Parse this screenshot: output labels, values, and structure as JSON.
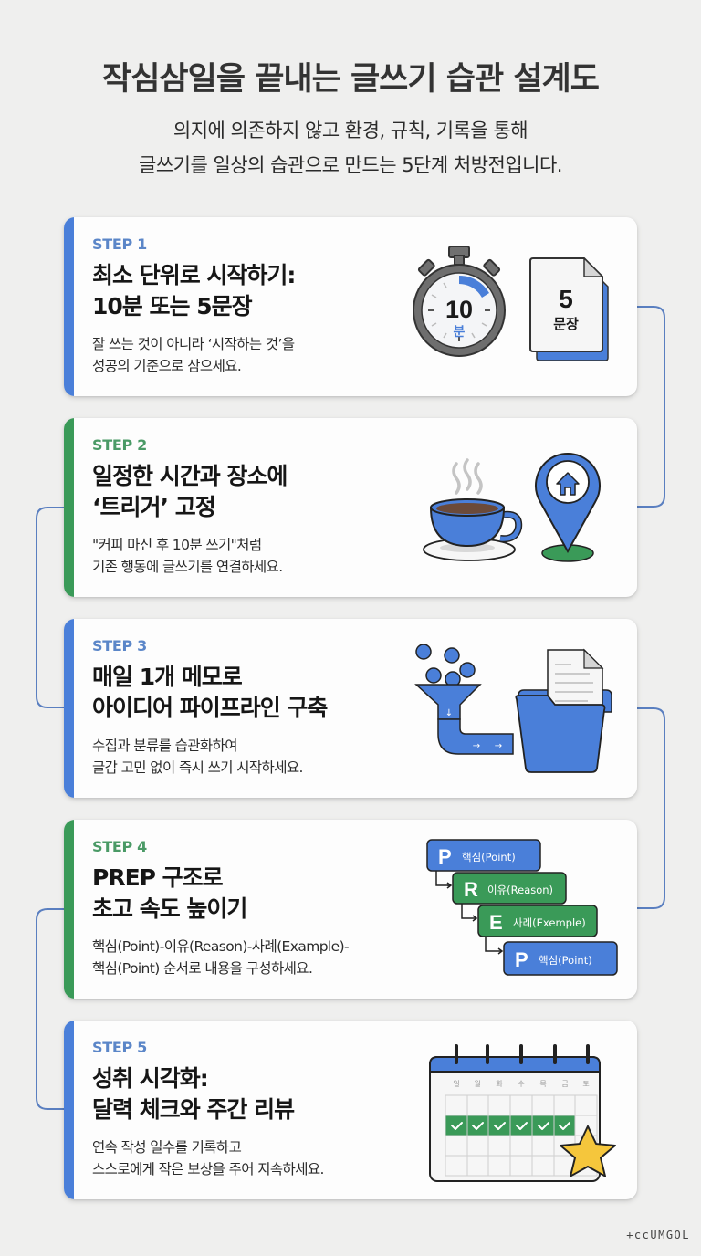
{
  "header": {
    "title": "작심삼일을 끝내는 글쓰기 습관 설계도",
    "subtitle_line1": "의지에 의존하지 않고 환경, 규칙, 기록을 통해",
    "subtitle_line2": "글쓰기를 일상의 습관으로 만드는 5단계 처방전입니다."
  },
  "colors": {
    "blue": "#4a7fd9",
    "green": "#3a9a58",
    "step_label_blue": "#5b86c8",
    "step_label_green": "#4a9a66",
    "connector": "#5a7fc0",
    "background": "#efefee",
    "star": "#f5c63c"
  },
  "steps": [
    {
      "label": "STEP 1",
      "title_line1": "최소 단위로 시작하기:",
      "title_line2": "10분 또는 5문장",
      "desc_line1": "잘 쓰는 것이 아니라 ‘시작하는 것’을",
      "desc_line2": "성공의 기준으로 삼으세요.",
      "accent": "blue",
      "illustration": {
        "timer_number": "10",
        "timer_unit": "분",
        "doc_number": "5",
        "doc_unit": "문장",
        "icons": [
          "stopwatch-icon",
          "document-icon"
        ]
      }
    },
    {
      "label": "STEP 2",
      "title_line1": "일정한 시간과 장소에",
      "title_line2": "‘트리거’ 고정",
      "desc_line1": "\"커피 마신 후 10분 쓰기\"처럼",
      "desc_line2": "기존 행동에 글쓰기를 연결하세요.",
      "accent": "green",
      "illustration": {
        "icons": [
          "coffee-cup-icon",
          "home-location-pin-icon"
        ]
      }
    },
    {
      "label": "STEP 3",
      "title_line1": "매일 1개 메모로",
      "title_line2": "아이디어 파이프라인 구축",
      "desc_line1": "수집과 분류를 습관화하여",
      "desc_line2": "글감 고민 없이 즉시 쓰기 시작하세요.",
      "accent": "blue",
      "illustration": {
        "icons": [
          "funnel-icon",
          "pipe-icon",
          "folder-document-icon"
        ]
      }
    },
    {
      "label": "STEP 4",
      "title_line1": "PREP 구조로",
      "title_line2": "초고 속도 높이기",
      "desc_line1": "핵심(Point)-이유(Reason)-사례(Example)-",
      "desc_line2": "핵심(Point) 순서로 내용을 구성하세요.",
      "accent": "green",
      "illustration": {
        "prep_blocks": [
          {
            "letter": "P",
            "text": "핵심(Point)",
            "color": "blue"
          },
          {
            "letter": "R",
            "text": "이유(Reason)",
            "color": "green"
          },
          {
            "letter": "E",
            "text": "사례(Exemple)",
            "color": "green"
          },
          {
            "letter": "P",
            "text": "핵심(Point)",
            "color": "blue"
          }
        ]
      }
    },
    {
      "label": "STEP 5",
      "title_line1": "성취 시각화:",
      "title_line2": "달력 체크와 주간 리뷰",
      "desc_line1": "연속 작성 일수를 기록하고",
      "desc_line2": "스스로에게 작은 보상을 주어 지속하세요.",
      "accent": "blue",
      "illustration": {
        "calendar_days": [
          "일",
          "월",
          "화",
          "수",
          "목",
          "금",
          "토"
        ],
        "checked_days": 6,
        "icons": [
          "calendar-icon",
          "check-icon",
          "star-icon"
        ]
      }
    }
  ],
  "watermark": "+ccUMGOL"
}
